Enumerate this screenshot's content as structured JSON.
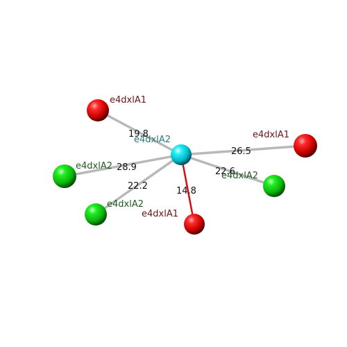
{
  "colors": {
    "center_atom": "#00e5f0",
    "red_atom": "#e00000",
    "green_atom": "#10d010",
    "label_red": "#6b1414",
    "label_green": "#1f5a1f",
    "label_center": "#2a7a7a",
    "bond_grey": "#b8b8b8",
    "bond_highlight": "#d01010"
  },
  "center": {
    "label": "e4dxlA2",
    "atom_color": "center_atom"
  },
  "neighbors": [
    {
      "id": "n1",
      "label": "e4dxlA1",
      "kind": "red",
      "distance": "19.8",
      "highlight": false
    },
    {
      "id": "n2",
      "label": "e4dxlA1",
      "kind": "red",
      "distance": "26.5",
      "highlight": false
    },
    {
      "id": "n3",
      "label": "e4dxlA2",
      "kind": "green",
      "distance": "28.9",
      "highlight": false
    },
    {
      "id": "n4",
      "label": "e4dxlA2",
      "kind": "green",
      "distance": "22.6",
      "highlight": false
    },
    {
      "id": "n5",
      "label": "e4dxlA2",
      "kind": "green",
      "distance": "22.2",
      "highlight": false
    },
    {
      "id": "n6",
      "label": "e4dxlA1",
      "kind": "red",
      "distance": "14.8",
      "highlight": true
    }
  ]
}
